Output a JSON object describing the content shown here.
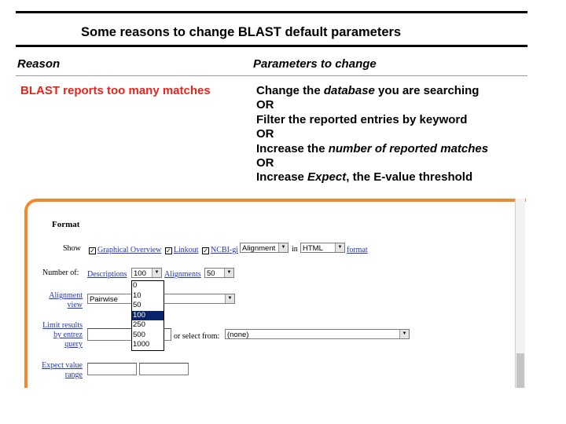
{
  "slide": {
    "title": "Some reasons to change BLAST default parameters",
    "col_reason": "Reason",
    "col_params": "Parameters to change",
    "reason": "BLAST reports too many matches",
    "params": [
      {
        "pre": "Change the ",
        "em": "database",
        "post": " you are searching"
      },
      {
        "pre": "OR",
        "em": "",
        "post": ""
      },
      {
        "pre": "Filter the reported entries by keyword",
        "em": "",
        "post": ""
      },
      {
        "pre": "OR",
        "em": "",
        "post": ""
      },
      {
        "pre": "Increase the ",
        "em": "number of reported matches",
        "post": ""
      },
      {
        "pre": "OR",
        "em": "",
        "post": ""
      },
      {
        "pre": "Increase ",
        "em": "Expect",
        "post": ", the E-value threshold"
      }
    ]
  },
  "form": {
    "section_title": "Format",
    "show_label": "Show",
    "graphical_overview": "Graphical Overview",
    "linkout": "Linkout",
    "ncbi_gi": "NCBI-gi",
    "alignment_select": "Alignment",
    "in_text": "in",
    "html_select": "HTML",
    "format_link": "format",
    "number_of_label": "Number of:",
    "descriptions_link": "Descriptions",
    "descriptions_value": "100",
    "alignments_link": "Alignments",
    "alignments_value": "50",
    "alignment_view_label_1": "Alignment",
    "alignment_view_label_2": "view",
    "alignment_view_value": "Pairwise",
    "limit_label_1": "Limit results",
    "limit_label_2": "by entrez",
    "limit_label_3": "query",
    "or_select_from": "or select from:",
    "select_from_value": "(none)",
    "expect_label_1": "Expect value",
    "expect_label_2": "range",
    "descriptions_options": [
      "0",
      "10",
      "50",
      "100",
      "250",
      "500",
      "1000"
    ],
    "descriptions_highlighted": "100",
    "check_mark": "✓"
  }
}
